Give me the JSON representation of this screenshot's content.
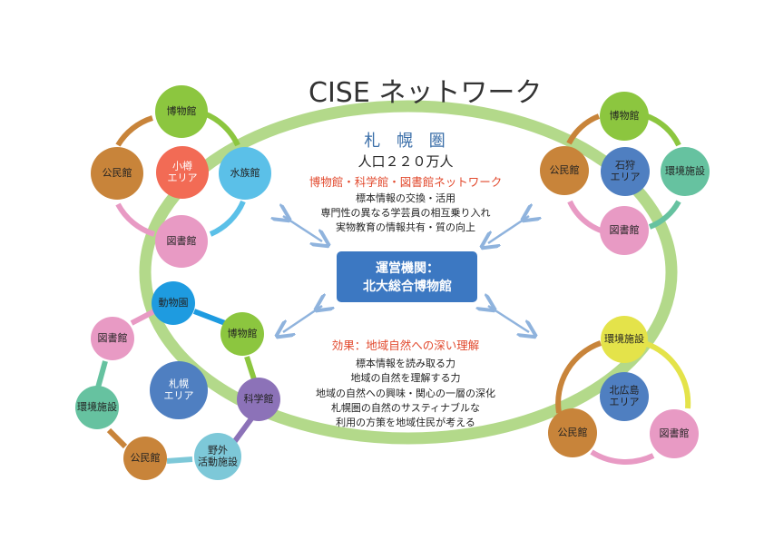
{
  "title": "CISE ネットワーク",
  "center": {
    "region": "札 幌 圏",
    "population": "人口２２０万人",
    "network_heading": "博物館・科学館・図書館ネットワーク",
    "network_items": [
      "標本情報の交換・活用",
      "専門性の異なる学芸員の相互乗り入れ",
      "実物教育の情報共有・質の向上"
    ],
    "operator_line1": "運営機関：",
    "operator_line2": "北大総合博物館",
    "effect_heading": "効果：地域自然への深い理解",
    "effect_items": [
      "標本情報を読み取る力",
      "地域の自然を理解する力",
      "地域の自然への興味・関心の一層の深化",
      "札幌圏の自然のサスティナブルな",
      "利用の方策を地域住民が考える"
    ]
  },
  "clusters": {
    "otaru": {
      "nodes": [
        {
          "key": "museum",
          "label": "博物館",
          "color": "#8cc63f"
        },
        {
          "key": "aquarium",
          "label": "水族館",
          "color": "#5bc0e8"
        },
        {
          "key": "library",
          "label": "図書館",
          "color": "#e89ac4"
        },
        {
          "key": "community",
          "label": "公民館",
          "color": "#c8843a"
        },
        {
          "key": "center",
          "label": "小樽\nエリア",
          "color": "#f26b55"
        }
      ]
    },
    "ishikari": {
      "nodes": [
        {
          "key": "museum",
          "label": "博物館",
          "color": "#8cc63f"
        },
        {
          "key": "env",
          "label": "環境施設",
          "color": "#66c2a0"
        },
        {
          "key": "library",
          "label": "図書館",
          "color": "#e89ac4"
        },
        {
          "key": "community",
          "label": "公民館",
          "color": "#c8843a"
        },
        {
          "key": "center",
          "label": "石狩\nエリア",
          "color": "#4f7fc1"
        }
      ]
    },
    "sapporo": {
      "nodes": [
        {
          "key": "zoo",
          "label": "動物園",
          "color": "#1e9be0"
        },
        {
          "key": "museum",
          "label": "博物館",
          "color": "#8cc63f"
        },
        {
          "key": "science",
          "label": "科学館",
          "color": "#8c72b8"
        },
        {
          "key": "outdoor",
          "label": "野外\n活動施設",
          "color": "#7dc8d8"
        },
        {
          "key": "community",
          "label": "公民館",
          "color": "#c8843a"
        },
        {
          "key": "env",
          "label": "環境施設",
          "color": "#66c2a0"
        },
        {
          "key": "library",
          "label": "図書館",
          "color": "#e89ac4"
        },
        {
          "key": "center",
          "label": "札幌\nエリア",
          "color": "#4f7fc1"
        }
      ]
    },
    "kitahiroshima": {
      "nodes": [
        {
          "key": "env",
          "label": "環境施設",
          "color": "#e4e34a"
        },
        {
          "key": "library",
          "label": "図書館",
          "color": "#e89ac4"
        },
        {
          "key": "community",
          "label": "公民館",
          "color": "#c8843a"
        },
        {
          "key": "center",
          "label": "北広島\nエリア",
          "color": "#4f7fc1"
        }
      ]
    }
  },
  "colors": {
    "ring": "#b3d98a",
    "operator_box": "#3c78c2",
    "arrow": "#8fb3dd",
    "title_text": "#333333",
    "heading_red": "#e24a2e",
    "region_blue": "#3a6ea8"
  }
}
